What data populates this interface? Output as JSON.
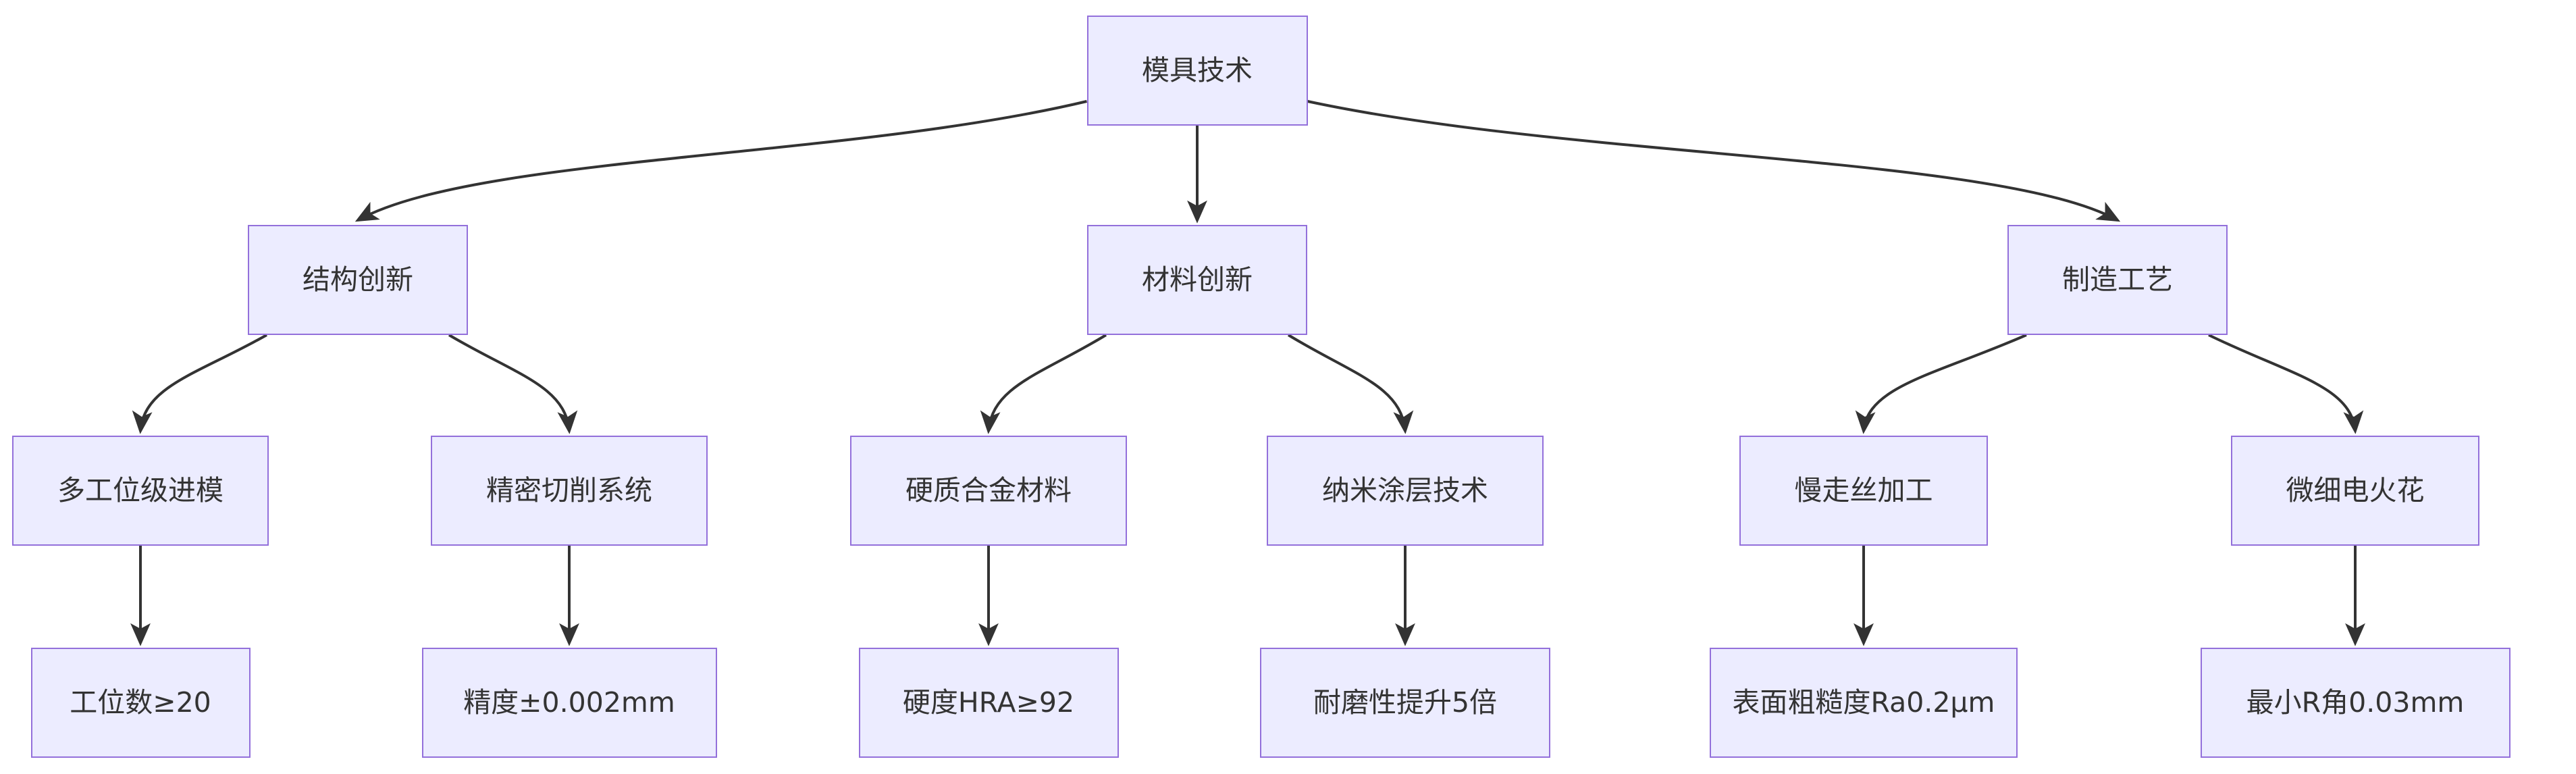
{
  "diagram": {
    "kind": "flowchart-tree",
    "direction": "top-down",
    "colors": {
      "background": "#ffffff",
      "node_fill": "#ECECFF",
      "node_border": "#9370DB",
      "text": "#333333",
      "edge": "#333333"
    },
    "nodes": [
      {
        "id": "root",
        "label": "模具技术",
        "parent": null
      },
      {
        "id": "n1",
        "label": "结构创新",
        "parent": "root"
      },
      {
        "id": "n2",
        "label": "材料创新",
        "parent": "root"
      },
      {
        "id": "n3",
        "label": "制造工艺",
        "parent": "root"
      },
      {
        "id": "n11",
        "label": "多工位级进模",
        "parent": "n1"
      },
      {
        "id": "n12",
        "label": "精密切削系统",
        "parent": "n1"
      },
      {
        "id": "n21",
        "label": "硬质合金材料",
        "parent": "n2"
      },
      {
        "id": "n22",
        "label": "纳米涂层技术",
        "parent": "n2"
      },
      {
        "id": "n31",
        "label": "慢走丝加工",
        "parent": "n3"
      },
      {
        "id": "n32",
        "label": "微细电火花",
        "parent": "n3"
      },
      {
        "id": "n111",
        "label": "工位数≥20",
        "parent": "n11"
      },
      {
        "id": "n121",
        "label": "精度±0.002mm",
        "parent": "n12"
      },
      {
        "id": "n211",
        "label": "硬度HRA≥92",
        "parent": "n21"
      },
      {
        "id": "n221",
        "label": "耐磨性提升5倍",
        "parent": "n22"
      },
      {
        "id": "n311",
        "label": "表面粗糙度Ra0.2μm",
        "parent": "n31"
      },
      {
        "id": "n321",
        "label": "最小R角0.03mm",
        "parent": "n32"
      }
    ]
  }
}
